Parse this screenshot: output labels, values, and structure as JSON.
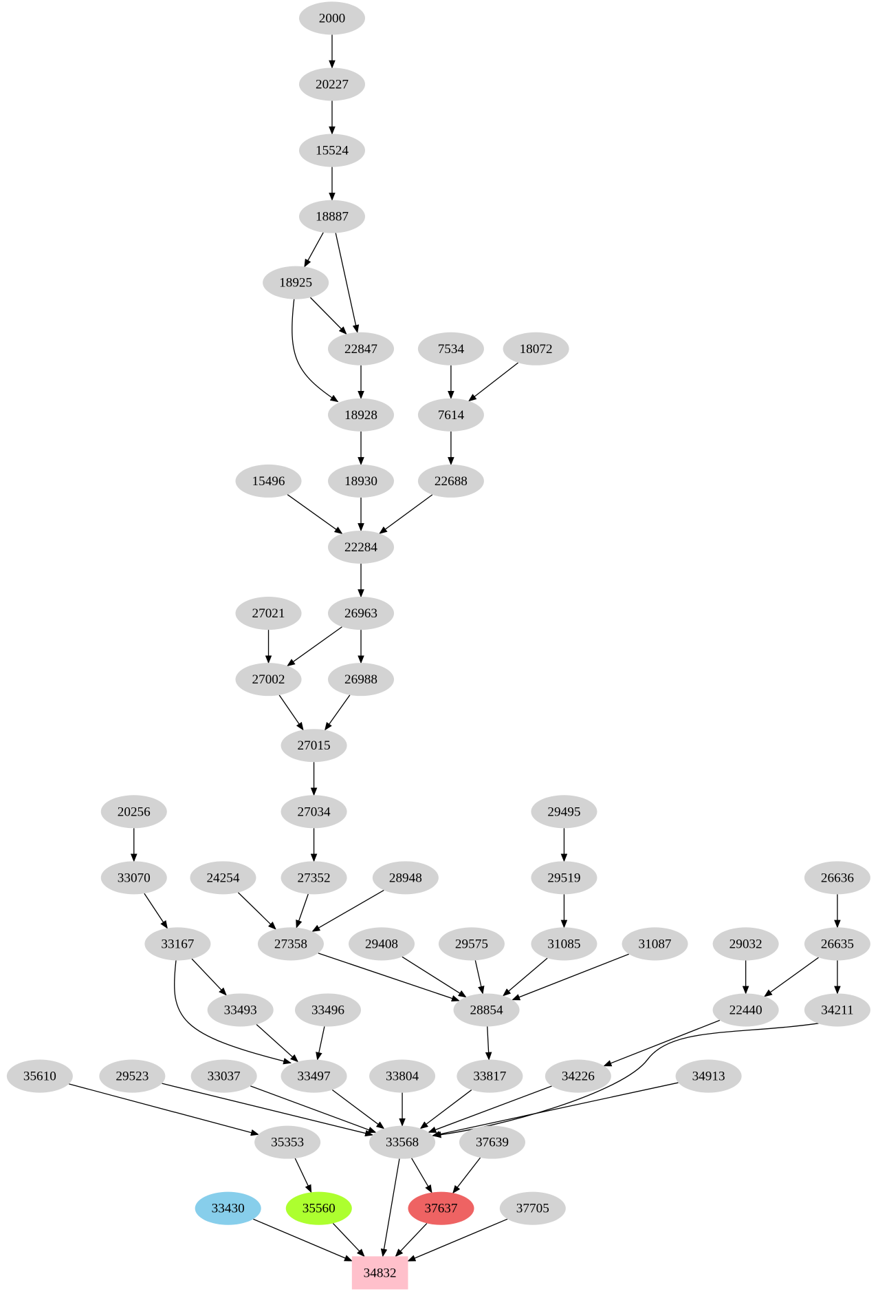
{
  "graph": {
    "nodes": [
      {
        "id": "2000",
        "label": "2000",
        "color": "#d3d3d3"
      },
      {
        "id": "20227",
        "label": "20227",
        "color": "#d3d3d3"
      },
      {
        "id": "15524",
        "label": "15524",
        "color": "#d3d3d3"
      },
      {
        "id": "18887",
        "label": "18887",
        "color": "#d3d3d3"
      },
      {
        "id": "18925",
        "label": "18925",
        "color": "#d3d3d3"
      },
      {
        "id": "22847",
        "label": "22847",
        "color": "#d3d3d3"
      },
      {
        "id": "7534",
        "label": "7534",
        "color": "#d3d3d3"
      },
      {
        "id": "18072",
        "label": "18072",
        "color": "#d3d3d3"
      },
      {
        "id": "18928",
        "label": "18928",
        "color": "#d3d3d3"
      },
      {
        "id": "7614",
        "label": "7614",
        "color": "#d3d3d3"
      },
      {
        "id": "15496",
        "label": "15496",
        "color": "#d3d3d3"
      },
      {
        "id": "18930",
        "label": "18930",
        "color": "#d3d3d3"
      },
      {
        "id": "22688",
        "label": "22688",
        "color": "#d3d3d3"
      },
      {
        "id": "22284",
        "label": "22284",
        "color": "#d3d3d3"
      },
      {
        "id": "27021",
        "label": "27021",
        "color": "#d3d3d3"
      },
      {
        "id": "26963",
        "label": "26963",
        "color": "#d3d3d3"
      },
      {
        "id": "27002",
        "label": "27002",
        "color": "#d3d3d3"
      },
      {
        "id": "26988",
        "label": "26988",
        "color": "#d3d3d3"
      },
      {
        "id": "27015",
        "label": "27015",
        "color": "#d3d3d3"
      },
      {
        "id": "20256",
        "label": "20256",
        "color": "#d3d3d3"
      },
      {
        "id": "27034",
        "label": "27034",
        "color": "#d3d3d3"
      },
      {
        "id": "29495",
        "label": "29495",
        "color": "#d3d3d3"
      },
      {
        "id": "33070",
        "label": "33070",
        "color": "#d3d3d3"
      },
      {
        "id": "24254",
        "label": "24254",
        "color": "#d3d3d3"
      },
      {
        "id": "27352",
        "label": "27352",
        "color": "#d3d3d3"
      },
      {
        "id": "28948",
        "label": "28948",
        "color": "#d3d3d3"
      },
      {
        "id": "29519",
        "label": "29519",
        "color": "#d3d3d3"
      },
      {
        "id": "26636",
        "label": "26636",
        "color": "#d3d3d3"
      },
      {
        "id": "33167",
        "label": "33167",
        "color": "#d3d3d3"
      },
      {
        "id": "27358",
        "label": "27358",
        "color": "#d3d3d3"
      },
      {
        "id": "29408",
        "label": "29408",
        "color": "#d3d3d3"
      },
      {
        "id": "29575",
        "label": "29575",
        "color": "#d3d3d3"
      },
      {
        "id": "31085",
        "label": "31085",
        "color": "#d3d3d3"
      },
      {
        "id": "31087",
        "label": "31087",
        "color": "#d3d3d3"
      },
      {
        "id": "29032",
        "label": "29032",
        "color": "#d3d3d3"
      },
      {
        "id": "26635",
        "label": "26635",
        "color": "#d3d3d3"
      },
      {
        "id": "33493",
        "label": "33493",
        "color": "#d3d3d3"
      },
      {
        "id": "33496",
        "label": "33496",
        "color": "#d3d3d3"
      },
      {
        "id": "28854",
        "label": "28854",
        "color": "#d3d3d3"
      },
      {
        "id": "22440",
        "label": "22440",
        "color": "#d3d3d3"
      },
      {
        "id": "34211",
        "label": "34211",
        "color": "#d3d3d3"
      },
      {
        "id": "35610",
        "label": "35610",
        "color": "#d3d3d3"
      },
      {
        "id": "29523",
        "label": "29523",
        "color": "#d3d3d3"
      },
      {
        "id": "33037",
        "label": "33037",
        "color": "#d3d3d3"
      },
      {
        "id": "33497",
        "label": "33497",
        "color": "#d3d3d3"
      },
      {
        "id": "33804",
        "label": "33804",
        "color": "#d3d3d3"
      },
      {
        "id": "33817",
        "label": "33817",
        "color": "#d3d3d3"
      },
      {
        "id": "34226",
        "label": "34226",
        "color": "#d3d3d3"
      },
      {
        "id": "34913",
        "label": "34913",
        "color": "#d3d3d3"
      },
      {
        "id": "35353",
        "label": "35353",
        "color": "#d3d3d3"
      },
      {
        "id": "33568",
        "label": "33568",
        "color": "#d3d3d3"
      },
      {
        "id": "37639",
        "label": "37639",
        "color": "#d3d3d3"
      },
      {
        "id": "33430",
        "label": "33430",
        "color": "#87ceeb"
      },
      {
        "id": "35560",
        "label": "35560",
        "color": "#adff2f"
      },
      {
        "id": "37637",
        "label": "37637",
        "color": "#ee6363"
      },
      {
        "id": "37705",
        "label": "37705",
        "color": "#d3d3d3"
      },
      {
        "id": "34832",
        "label": "34832",
        "color": "#ffc0cb",
        "shape": "box"
      }
    ],
    "edges": [
      [
        "2000",
        "20227"
      ],
      [
        "20227",
        "15524"
      ],
      [
        "15524",
        "18887"
      ],
      [
        "18887",
        "18925"
      ],
      [
        "18887",
        "22847"
      ],
      [
        "18925",
        "22847"
      ],
      [
        "18925",
        "18928"
      ],
      [
        "22847",
        "18928"
      ],
      [
        "7534",
        "7614"
      ],
      [
        "18072",
        "7614"
      ],
      [
        "18928",
        "18930"
      ],
      [
        "7614",
        "22688"
      ],
      [
        "15496",
        "22284"
      ],
      [
        "18930",
        "22284"
      ],
      [
        "22688",
        "22284"
      ],
      [
        "22284",
        "26963"
      ],
      [
        "27021",
        "27002"
      ],
      [
        "26963",
        "27002"
      ],
      [
        "26963",
        "26988"
      ],
      [
        "27002",
        "27015"
      ],
      [
        "26988",
        "27015"
      ],
      [
        "27015",
        "27034"
      ],
      [
        "27034",
        "27352"
      ],
      [
        "20256",
        "33070"
      ],
      [
        "33070",
        "33167"
      ],
      [
        "24254",
        "27358"
      ],
      [
        "27352",
        "27358"
      ],
      [
        "28948",
        "27358"
      ],
      [
        "29495",
        "29519"
      ],
      [
        "29519",
        "31085"
      ],
      [
        "27358",
        "28854"
      ],
      [
        "29408",
        "28854"
      ],
      [
        "29575",
        "28854"
      ],
      [
        "31085",
        "28854"
      ],
      [
        "31087",
        "28854"
      ],
      [
        "26636",
        "26635"
      ],
      [
        "29032",
        "22440"
      ],
      [
        "26635",
        "22440"
      ],
      [
        "26635",
        "34211"
      ],
      [
        "33167",
        "33493"
      ],
      [
        "33167",
        "33497"
      ],
      [
        "33493",
        "33497"
      ],
      [
        "33496",
        "33497"
      ],
      [
        "28854",
        "33817"
      ],
      [
        "22440",
        "34226"
      ],
      [
        "34211",
        "33568"
      ],
      [
        "35610",
        "35353"
      ],
      [
        "29523",
        "33568"
      ],
      [
        "33037",
        "33568"
      ],
      [
        "33497",
        "33568"
      ],
      [
        "33804",
        "33568"
      ],
      [
        "33817",
        "33568"
      ],
      [
        "34226",
        "33568"
      ],
      [
        "34913",
        "33568"
      ],
      [
        "35353",
        "35560"
      ],
      [
        "33568",
        "37637"
      ],
      [
        "37639",
        "37637"
      ],
      [
        "33568",
        "34832"
      ],
      [
        "33430",
        "34832"
      ],
      [
        "35560",
        "34832"
      ],
      [
        "37637",
        "34832"
      ],
      [
        "37705",
        "34832"
      ]
    ]
  }
}
